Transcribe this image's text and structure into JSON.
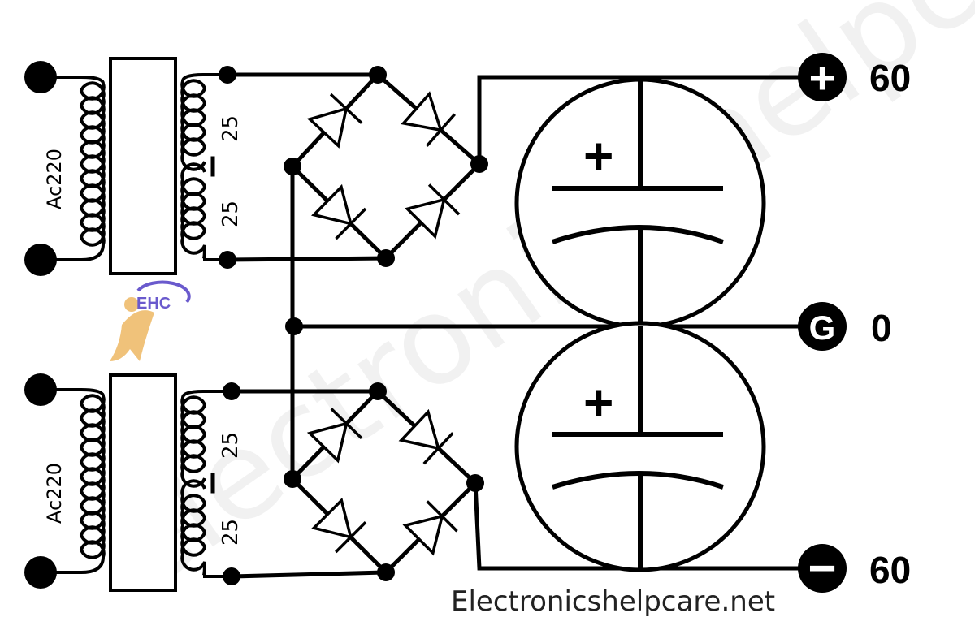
{
  "transformers": [
    {
      "primary_label": "Ac220",
      "secondary_taps": [
        "25",
        "25"
      ]
    },
    {
      "primary_label": "Ac220",
      "secondary_taps": [
        "25",
        "25"
      ]
    }
  ],
  "outputs": {
    "positive": {
      "symbol": "+",
      "value": "60"
    },
    "ground": {
      "symbol": "G",
      "value": "0"
    },
    "negative": {
      "symbol": "−",
      "value": "60"
    }
  },
  "capacitors": [
    {
      "polarity_label": "+"
    },
    {
      "polarity_label": "+"
    }
  ],
  "logo": {
    "text": "EHC"
  },
  "website": "Electronicshelpcare.net",
  "colors": {
    "ink": "#000000",
    "background": "#ffffff",
    "logo": "#6a5acd",
    "figure": "#f0c27a"
  }
}
